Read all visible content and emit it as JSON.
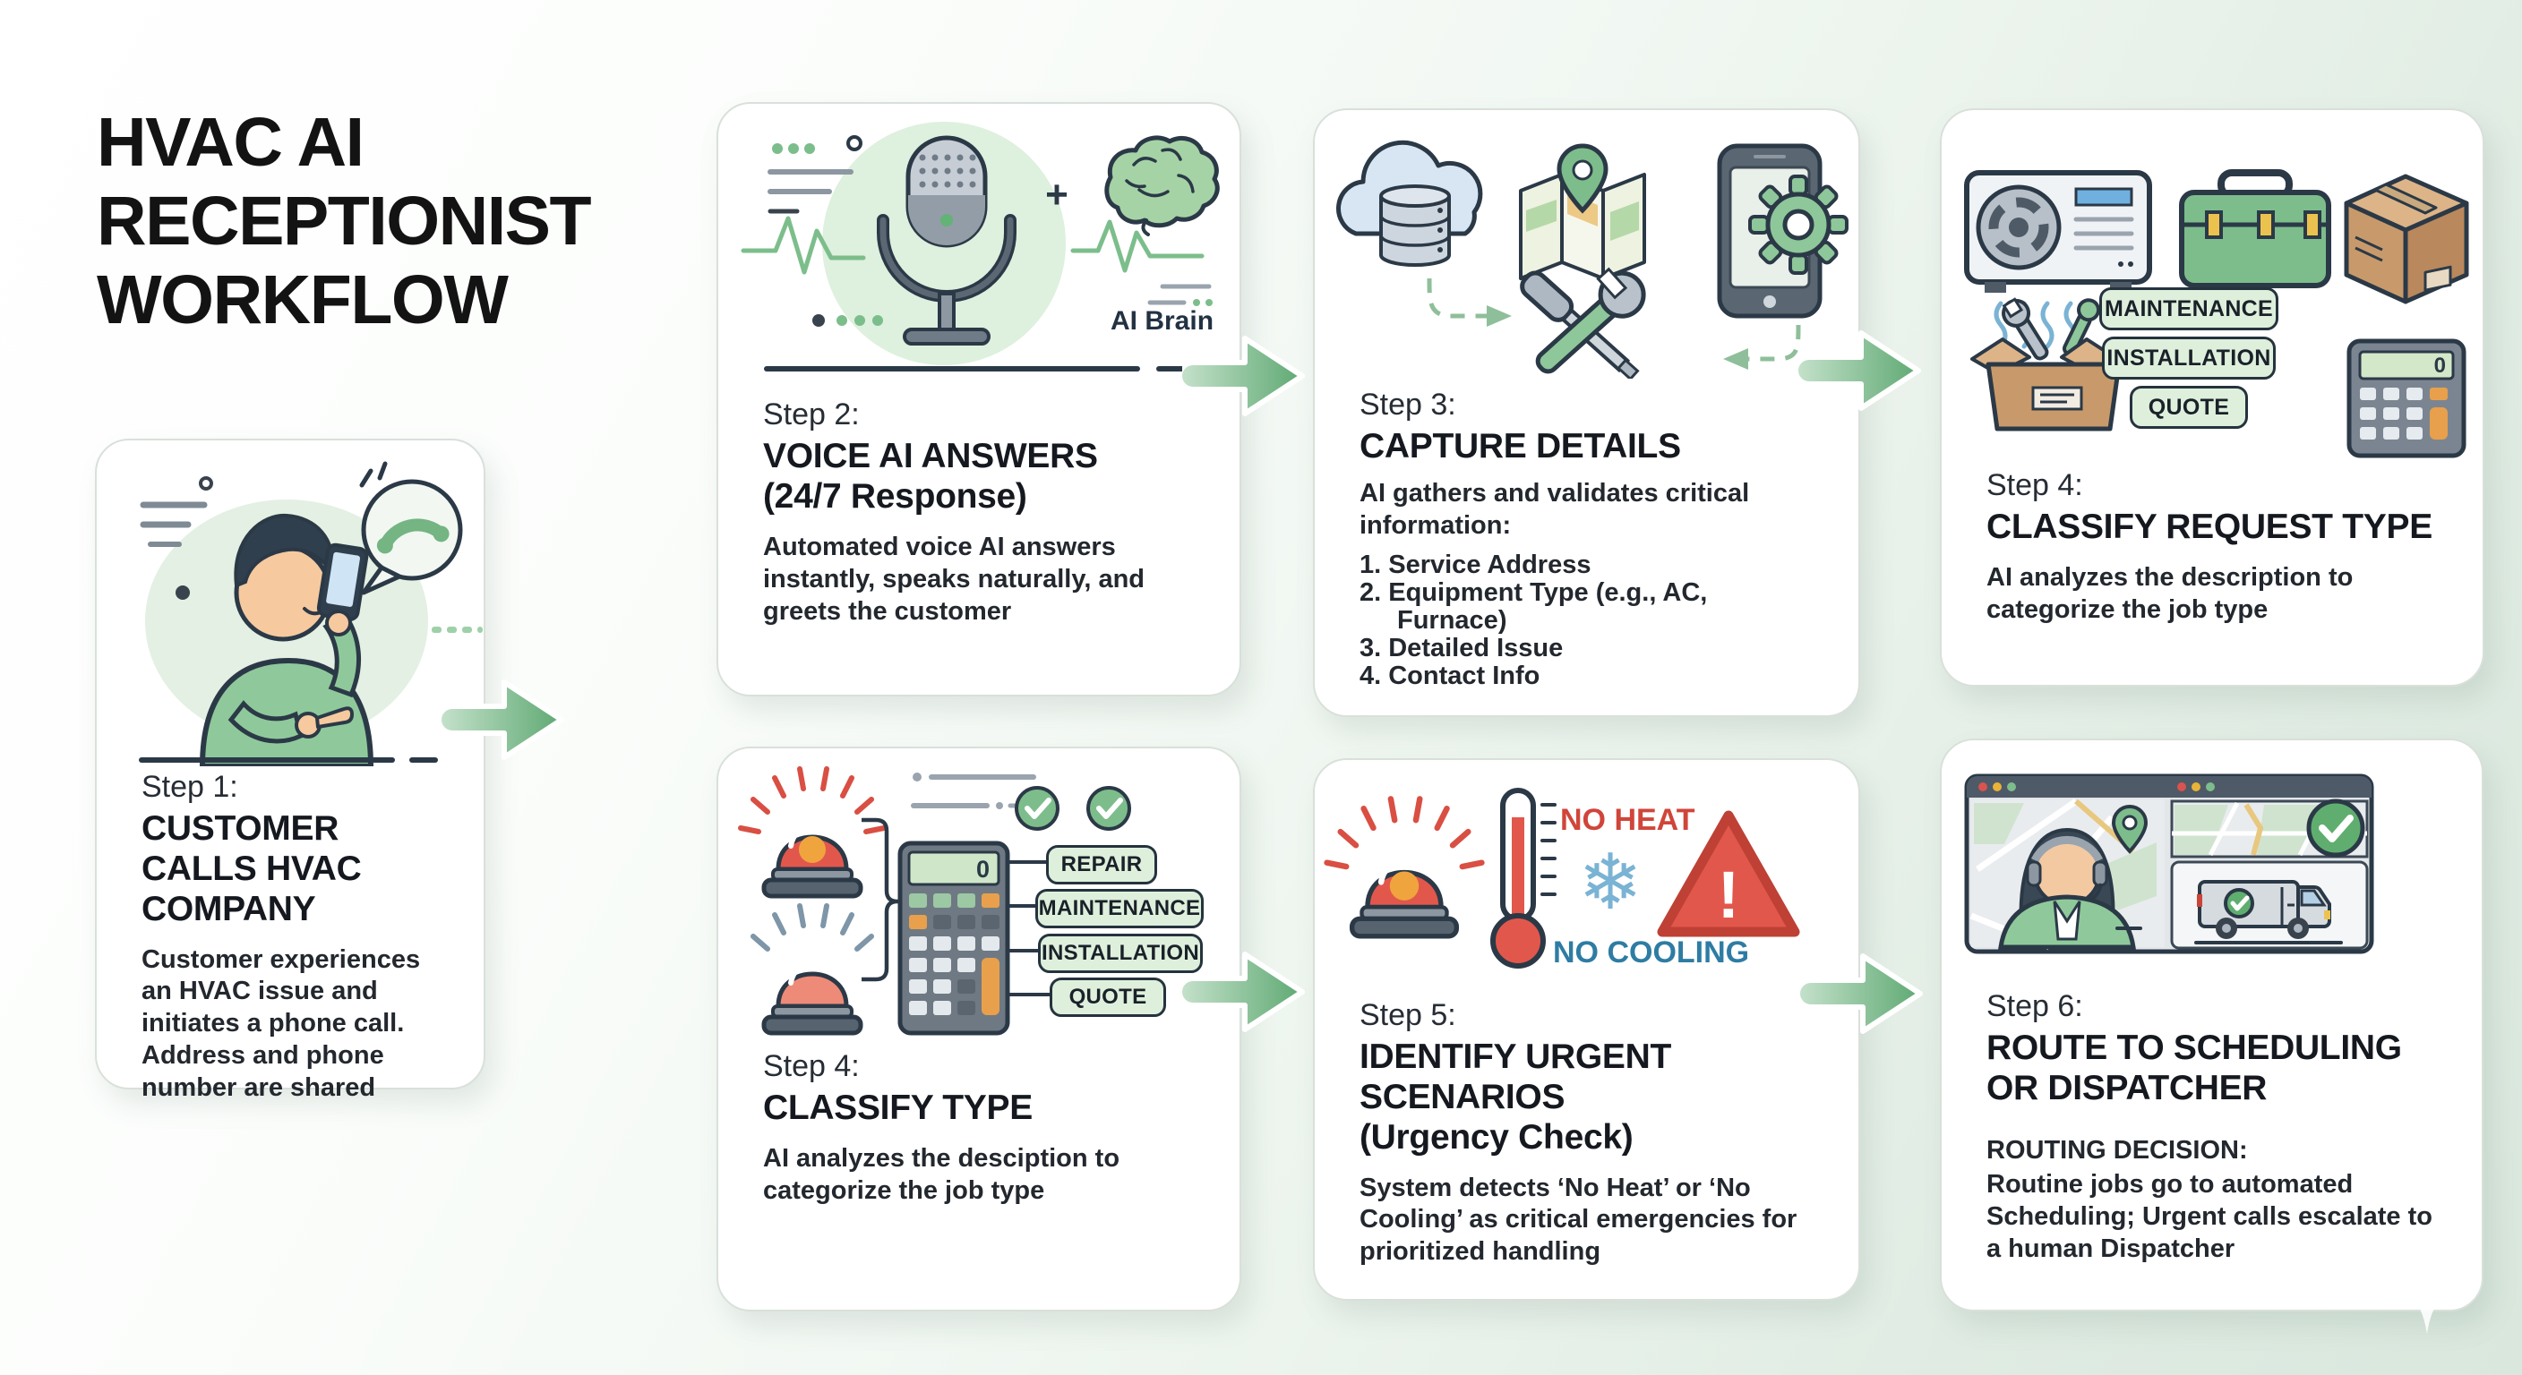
{
  "palette": {
    "background_top_left": "#ffffff",
    "background_bottom_right": "#d9e7dd",
    "card_background": "#ffffff",
    "card_border": "#d9e0da",
    "arrow_green_light": "#c2e0c8",
    "arrow_green_dark": "#5fa973",
    "accent_green": "#7dbd8c",
    "alert_red": "#e2574c",
    "cool_blue": "#7ab3d4",
    "ink_outline": "#2b3947",
    "no_heat_red": "#d0453a",
    "no_cooling_blue": "#2e7ca3"
  },
  "title": "HVAC AI RECEPTIONIST WORKFLOW",
  "steps": [
    {
      "id": "step-1",
      "step_label": "Step 1:",
      "heading": "CUSTOMER CALLS HVAC COMPANY",
      "description": "Customer experiences an HVAC issue and initiates a phone call. Address and phone number are shared",
      "icons": [
        "person-on-phone-illustration",
        "speech-bubble-phone-icon"
      ]
    },
    {
      "id": "step-2",
      "step_label": "Step 2:",
      "heading": "VOICE AI ANSWERS",
      "subheading": "(24/7 Response)",
      "description": "Automated voice AI answers instantly, speaks naturally, and greets the customer",
      "illustration_label": "AI Brain",
      "illustration_plus": "+",
      "icons": [
        "microphone-icon",
        "brain-icon",
        "waveform-icon"
      ]
    },
    {
      "id": "step-3",
      "step_label": "Step 3:",
      "heading": "CAPTURE DETAILS",
      "description": "AI gathers and validates critical information:",
      "list": [
        "1. Service Address",
        "2. Equipment Type (e.g., AC, Furnace)",
        "3. Detailed Issue",
        "4. Contact Info"
      ],
      "icons": [
        "cloud-database-icon",
        "map-pin-icon",
        "phone-gear-icon",
        "crossed-tools-icon",
        "dashed-arrow-icon"
      ]
    },
    {
      "id": "step-4",
      "step_label": "Step 4:",
      "heading": "CLASSIFY REQUEST TYPE",
      "description": "AI analyzes the description to categorize the job type",
      "tags": [
        "MAINTENANCE",
        "INSTALLATION",
        "QUOTE"
      ],
      "calculator_display": "0",
      "icons": [
        "ac-unit-icon",
        "toolbox-icon",
        "package-box-icon",
        "open-box-tools-icon",
        "calculator-icon"
      ]
    },
    {
      "id": "step-4b",
      "step_label": "Step 4:",
      "heading": "CLASSIFY TYPE",
      "description": "AI analyzes the desciption to categorize the job type",
      "tags": [
        "REPAIR",
        "MAINTENANCE",
        "INSTALLATION",
        "QUOTE"
      ],
      "calculator_display": "0",
      "icons": [
        "siren-icon",
        "calculator-icon",
        "check-circle-icon"
      ]
    },
    {
      "id": "step-5",
      "step_label": "Step 5:",
      "heading": "IDENTIFY URGENT SCENARIOS",
      "subheading": "(Urgency Check)",
      "description": "System detects ‘No Heat’ or ‘No Cooling’ as critical emergencies for prioritized handling",
      "labels": {
        "no_heat": "NO HEAT",
        "no_cooling": "NO COOLING"
      },
      "snowflake_glyph": "❄",
      "warning_mark": "!",
      "icons": [
        "siren-icon",
        "thermometer-icon",
        "snowflake-icon",
        "warning-triangle-icon"
      ]
    },
    {
      "id": "step-6",
      "step_label": "Step 6:",
      "heading": "ROUTE TO SCHEDULING OR DISPATCHER",
      "description_title": "ROUTING DECISION:",
      "description": "Routine jobs go to automated Scheduling; Urgent calls escalate to a human Dispatcher",
      "icons": [
        "dispatcher-window-icon",
        "map-check-window-icon",
        "service-van-icon",
        "check-circle-icon"
      ]
    }
  ]
}
